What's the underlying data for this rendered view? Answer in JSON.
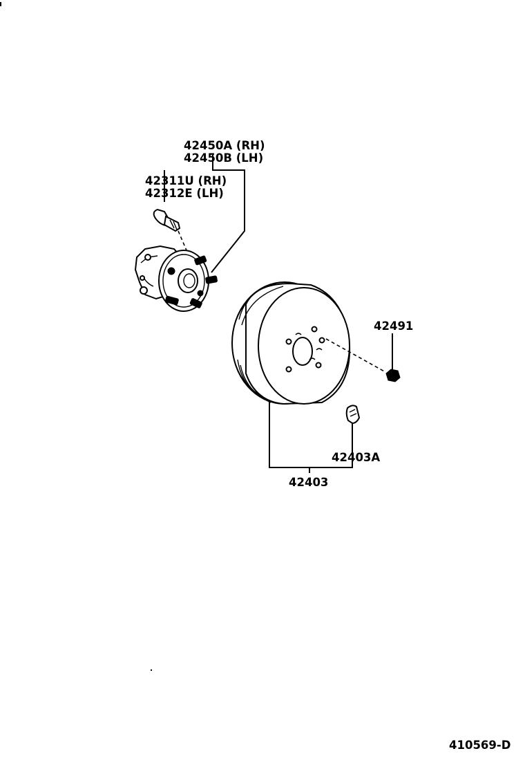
{
  "labels": {
    "hub_rh": "42450A (RH)",
    "hub_lh": "42450B (LH)",
    "bolt_rh": "42311U (RH)",
    "bolt_lh": "42312E (LH)",
    "nut": "42491",
    "plug": "42403A",
    "drum": "42403"
  },
  "figure_code": "410569-D"
}
